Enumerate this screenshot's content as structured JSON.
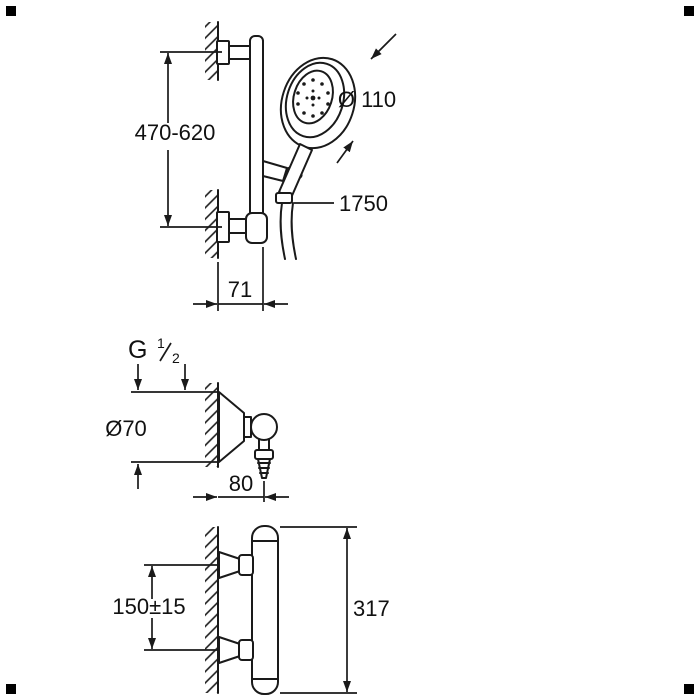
{
  "figure": {
    "type": "technical dimension drawing",
    "colors": {
      "line": "#1a1a1a",
      "background": "#ffffff"
    },
    "views": {
      "shower_rail": {
        "rail_height_range": "470-620",
        "head_diameter": "Ø 110",
        "hose_length": "1750",
        "wall_offset": "71"
      },
      "wall_union": {
        "thread_letter": "G",
        "thread_numerator": "1",
        "thread_denominator": "2",
        "escutcheon_diameter": "Ø70",
        "outlet_offset": "80"
      },
      "thermostat": {
        "inlet_spacing": "150±15",
        "body_height": "317"
      }
    }
  }
}
